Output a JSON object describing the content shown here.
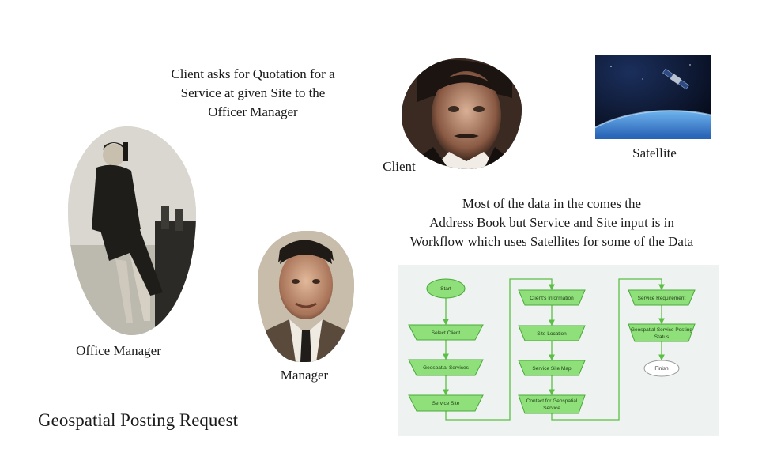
{
  "captions": {
    "request": [
      "Client asks for Quotation for a",
      "Service at given Site to the",
      "Officer Manager"
    ],
    "client": "Client",
    "satellite": "Satellite",
    "data_note": [
      "Most of the data in the comes the",
      "Address Book but Service and Site input is in",
      "Workflow which uses Satellites for some of the Data"
    ],
    "office_manager": "Office Manager",
    "manager": "Manager",
    "title": "Geospatial Posting Request"
  },
  "icons": {
    "client_photo": "man-with-mustache-portrait",
    "satellite_photo": "satellite-over-earth",
    "office_manager_photo": "woman-on-telephone-at-desk",
    "manager_photo": "man-in-suit-portrait"
  },
  "colors": {
    "node_fill": "#8fe07a",
    "node_stroke": "#4aa83a",
    "connector": "#5bbf45",
    "panel_bg": "#eef3f1"
  },
  "flowchart": {
    "nodes": {
      "start": "Start",
      "select_client": "Select Client",
      "geospatial_services": "Geospatial Services",
      "service_site": "Service Site",
      "clients_information": "Client's Information",
      "site_location": "Site Location",
      "service_site_map": "Service Site Map",
      "contact_line1": "Contact for Geospatial",
      "contact_line2": "Service",
      "service_requirement": "Service Requirement",
      "posting_status_line1": "Geospatial Service Posting",
      "posting_status_line2": "Status",
      "finish": "Finish"
    }
  }
}
